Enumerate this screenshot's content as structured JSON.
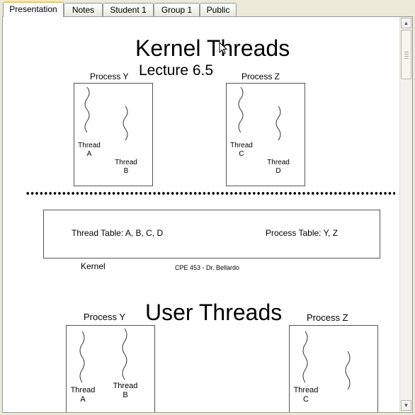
{
  "tabs": [
    {
      "label": "Presentation",
      "active": true
    },
    {
      "label": "Notes"
    },
    {
      "label": "Student 1"
    },
    {
      "label": "Group 1"
    },
    {
      "label": "Public"
    }
  ],
  "kernel": {
    "title": "Kernel Threads",
    "subtitle": "Lecture 6.5",
    "process_y": "Process Y",
    "process_z": "Process Z",
    "thread_word": "Thread",
    "thread_a": "A",
    "thread_b": "B",
    "thread_c": "C",
    "thread_d": "D",
    "thread_table": "Thread Table: A, B, C, D",
    "process_table": "Process Table: Y, Z",
    "kernel_label": "Kernel",
    "footer": "CPE 453 - Dr. Bellardo"
  },
  "user": {
    "title": "User Threads",
    "process_y": "Process Y",
    "process_z": "Process Z",
    "thread_word": "Thread",
    "thread_a": "A",
    "thread_b": "B",
    "thread_c": "C"
  },
  "scrollbar": {
    "up_icon": "up-arrow-icon",
    "down_icon": "down-arrow-icon"
  }
}
